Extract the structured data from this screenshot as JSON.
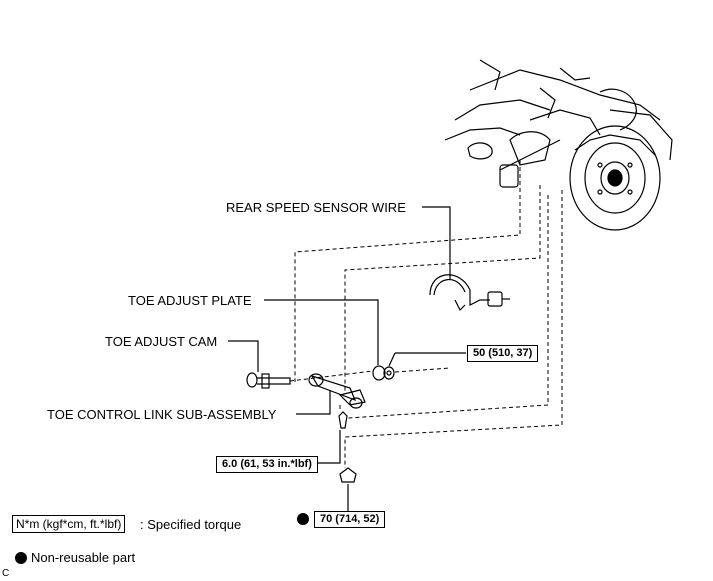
{
  "labels": {
    "rear_speed_sensor_wire": "REAR SPEED SENSOR WIRE",
    "toe_adjust_plate": "TOE ADJUST PLATE",
    "toe_adjust_cam": "TOE ADJUST CAM",
    "toe_control_link": "TOE CONTROL LINK SUB-ASSEMBLY"
  },
  "torque_specs": {
    "nut": "50 (510, 37)",
    "bolt": "6.0 (61, 53 in.*lbf)",
    "lower_nut": "70 (714, 52)"
  },
  "legend": {
    "torque_unit": "N*m (kgf*cm, ft.*lbf)",
    "torque_desc": ": Specified torque",
    "nonreusable_desc": "Non-reusable part"
  },
  "corner_mark": "C"
}
